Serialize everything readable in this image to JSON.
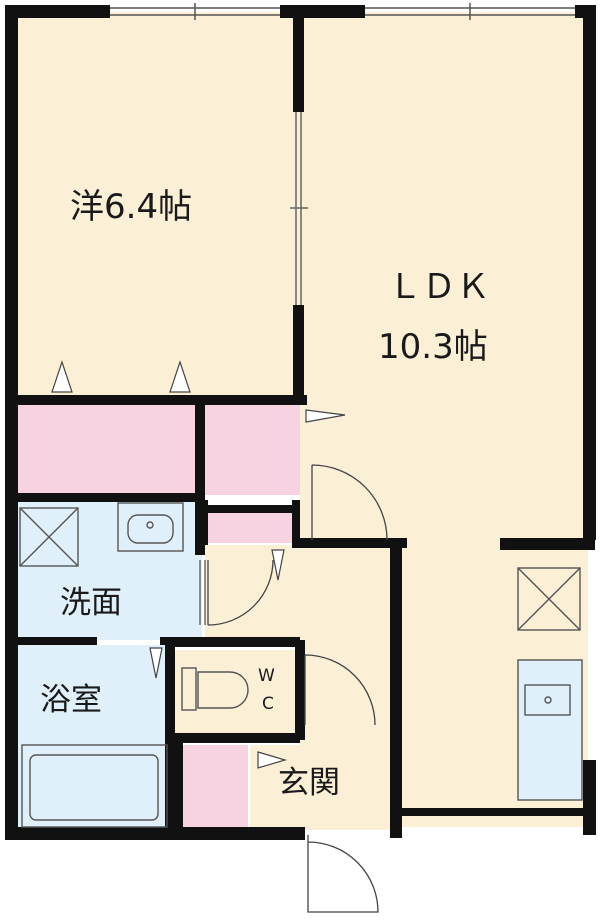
{
  "rooms": {
    "western": {
      "name": "洋",
      "size": "6.4帖"
    },
    "ldk": {
      "name": "ＬＤＫ",
      "size": "10.3帖"
    },
    "washroom": {
      "name": "洗面"
    },
    "bathroom": {
      "name": "浴室"
    },
    "entrance": {
      "name": "玄関"
    },
    "toilet": {
      "label_w": "W",
      "label_c": "C"
    }
  },
  "colors": {
    "room_fill": "#fbefd6",
    "wet_area": "#dff0fa",
    "storage": "#f7d2e0",
    "wall": "#111111"
  }
}
